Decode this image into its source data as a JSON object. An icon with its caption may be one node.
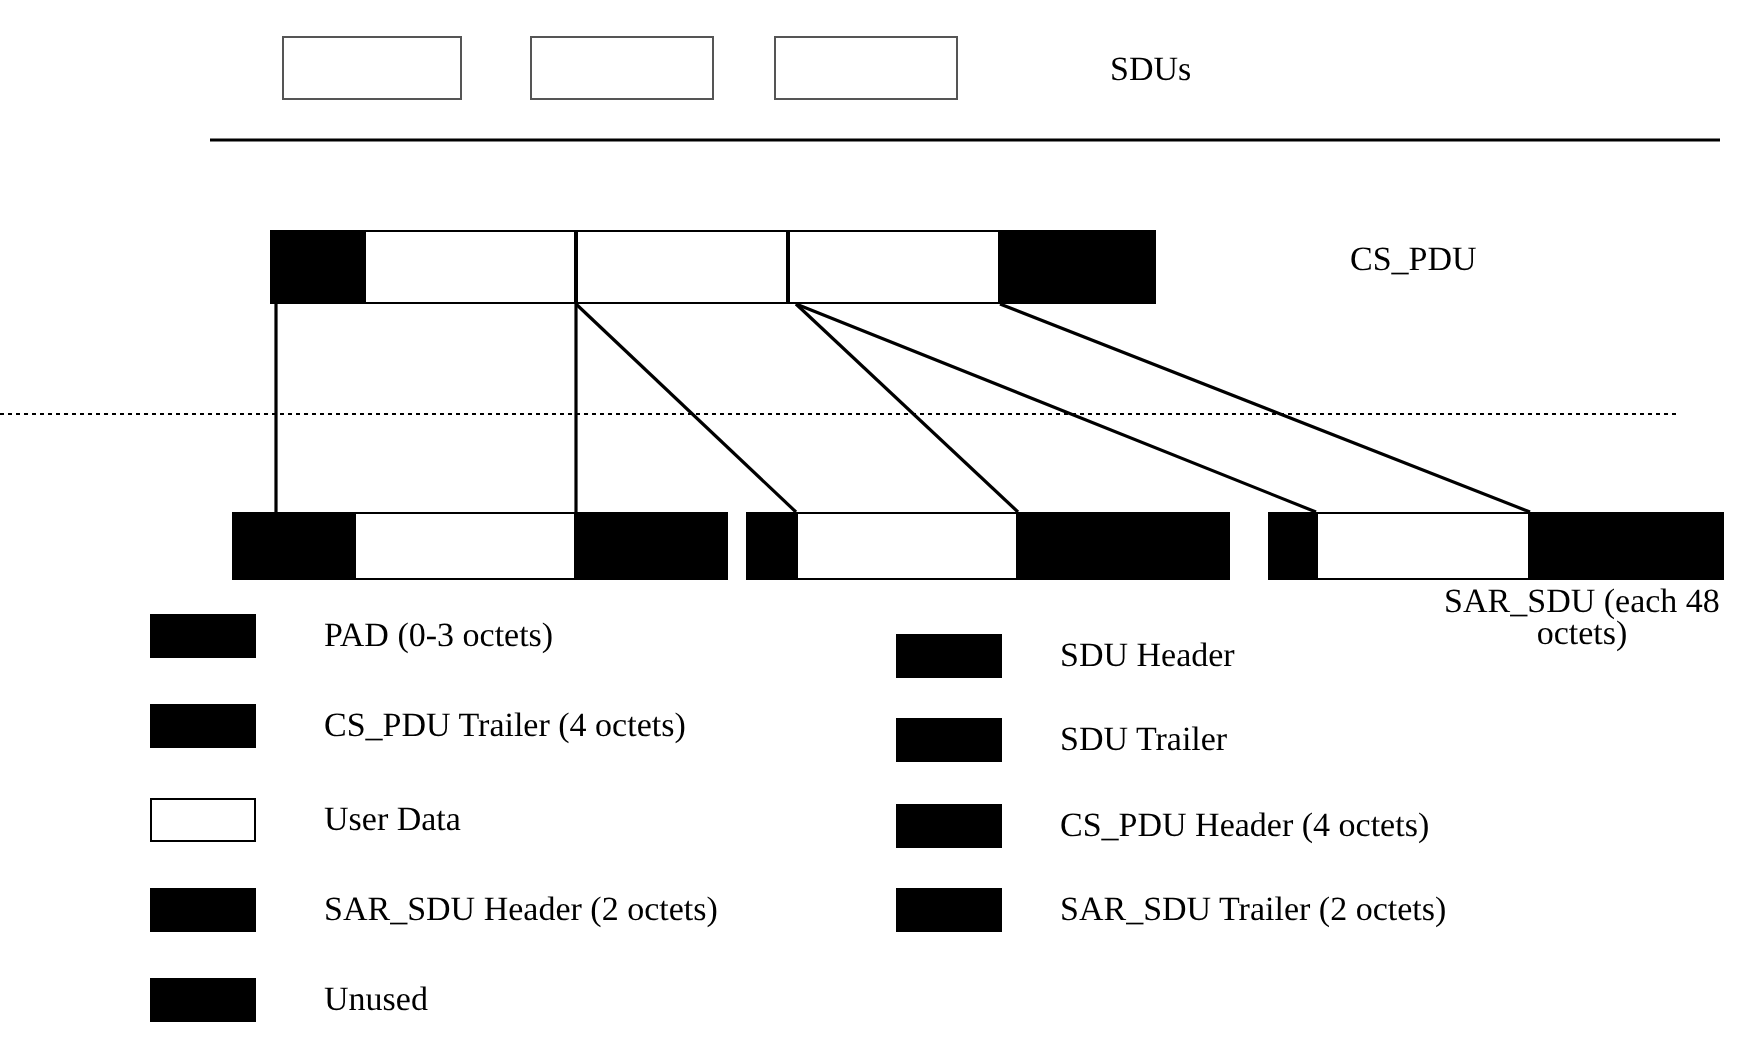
{
  "diagram": {
    "nodes": [
      {
        "text": [],
        "shape": "box"
      },
      {
        "text": [],
        "shape": "box"
      },
      {
        "text": [],
        "shape": "box"
      },
      {
        "text": [],
        "shape": "bar"
      },
      {
        "text": [],
        "shape": "bar"
      },
      {
        "text": [],
        "shape": "bar"
      },
      {
        "text": [],
        "shape": "bar"
      }
    ],
    "edges": [
      {
        "from": 3,
        "to": 4,
        "arrow": "none"
      },
      {
        "from": 3,
        "to": 4,
        "arrow": "none"
      },
      {
        "from": 3,
        "to": 5,
        "arrow": "none"
      },
      {
        "from": 3,
        "to": 5,
        "arrow": "none"
      },
      {
        "from": 3,
        "to": 6,
        "arrow": "none"
      },
      {
        "from": 3,
        "to": 6,
        "arrow": "none"
      }
    ],
    "labels": [
      "SDUs",
      "CS_PDU",
      "SAR_SDU (each 48 octets)"
    ],
    "legend": [
      {
        "text": "PAD (0-3 octets)",
        "color": "#000000"
      },
      {
        "text": "CS_PDU Trailer (4 octets)",
        "color": "#000000"
      },
      {
        "text": "User Data",
        "color": "#ffffff"
      },
      {
        "text": "SAR_SDU Header (2 octets)",
        "color": "#000000"
      },
      {
        "text": "Unused",
        "color": "#000000"
      },
      {
        "text": "SDU Header",
        "color": "#000000"
      },
      {
        "text": "SDU Trailer",
        "color": "#000000"
      },
      {
        "text": "CS_PDU Header (4 octets)",
        "color": "#000000"
      },
      {
        "text": "SAR_SDU Trailer (2 octets)",
        "color": "#000000"
      }
    ]
  }
}
